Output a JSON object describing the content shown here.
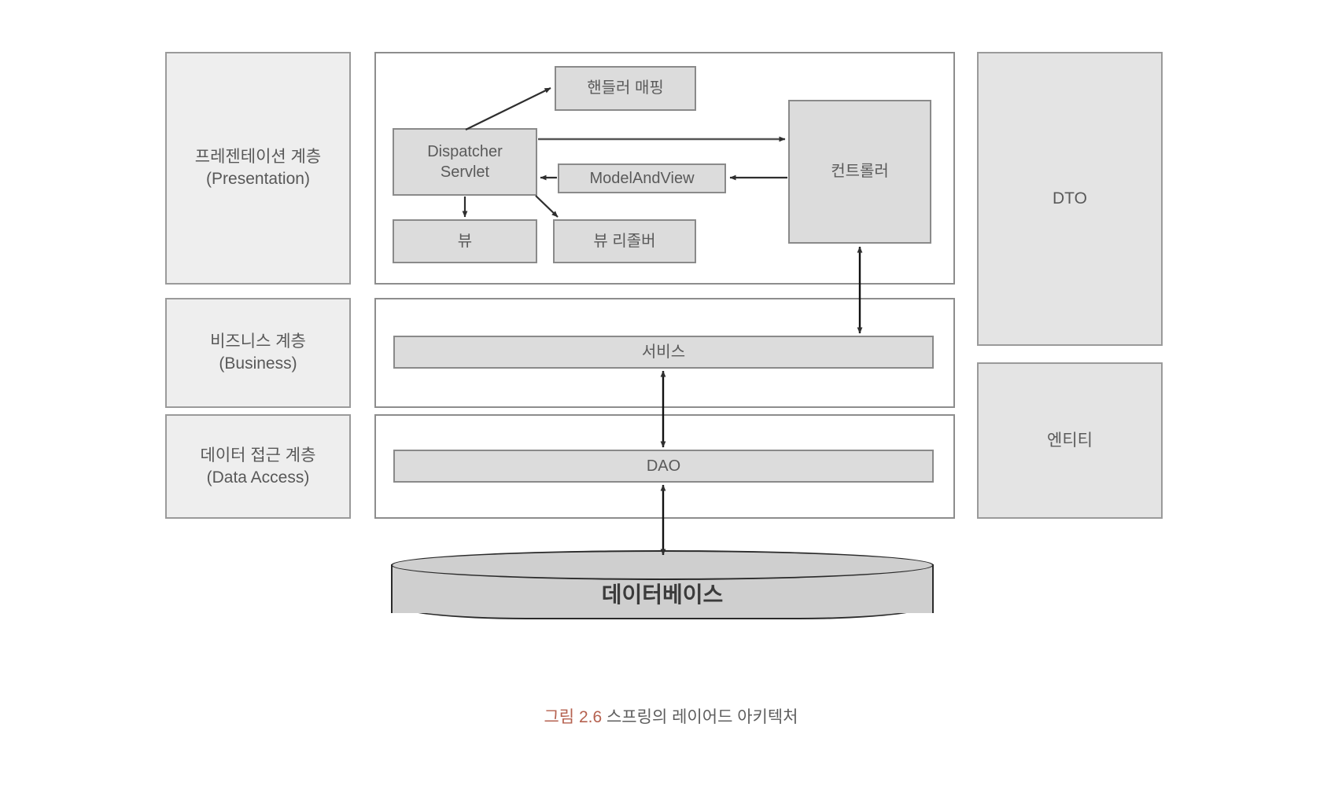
{
  "diagram": {
    "title": "스프링의 레이어드 아키텍처",
    "caption_number": "그림 2.6",
    "caption_text": " 스프링의 레이어드 아키텍처",
    "caption_accent_color": "#b5614f",
    "layers": [
      {
        "id": "presentation",
        "label_ko": "프레젠테이션 계층",
        "label_en": "(Presentation)",
        "label": "프레젠테이션 계층\n(Presentation)"
      },
      {
        "id": "business",
        "label_ko": "비즈니스 계층",
        "label_en": "(Business)",
        "label": "비즈니스 계층\n(Business)"
      },
      {
        "id": "data-access",
        "label_ko": "데이터 접근 계층",
        "label_en": "(Data Access)",
        "label": "데이터 접근 계층\n(Data Access)"
      }
    ],
    "presentation_components": {
      "handler_mapping": "핸들러 매핑",
      "dispatcher_servlet": "Dispatcher\nServlet",
      "model_and_view": "ModelAndView",
      "controller": "컨트롤러",
      "view": "뷰",
      "view_resolver": "뷰 리졸버"
    },
    "business_components": {
      "service": "서비스"
    },
    "data_access_components": {
      "dao": "DAO"
    },
    "side_components": {
      "dto": "DTO",
      "entity": "엔티티"
    },
    "database": {
      "label": "데이터베이스"
    },
    "colors": {
      "component_fill": "#dcdcdc",
      "layer_label_fill": "#eeeeee",
      "side_box_fill": "#e4e4e4",
      "border": "#8a8a8a",
      "text": "#5a5a5a",
      "database_fill": "#cfcfcf",
      "arrow": "#333333"
    }
  }
}
